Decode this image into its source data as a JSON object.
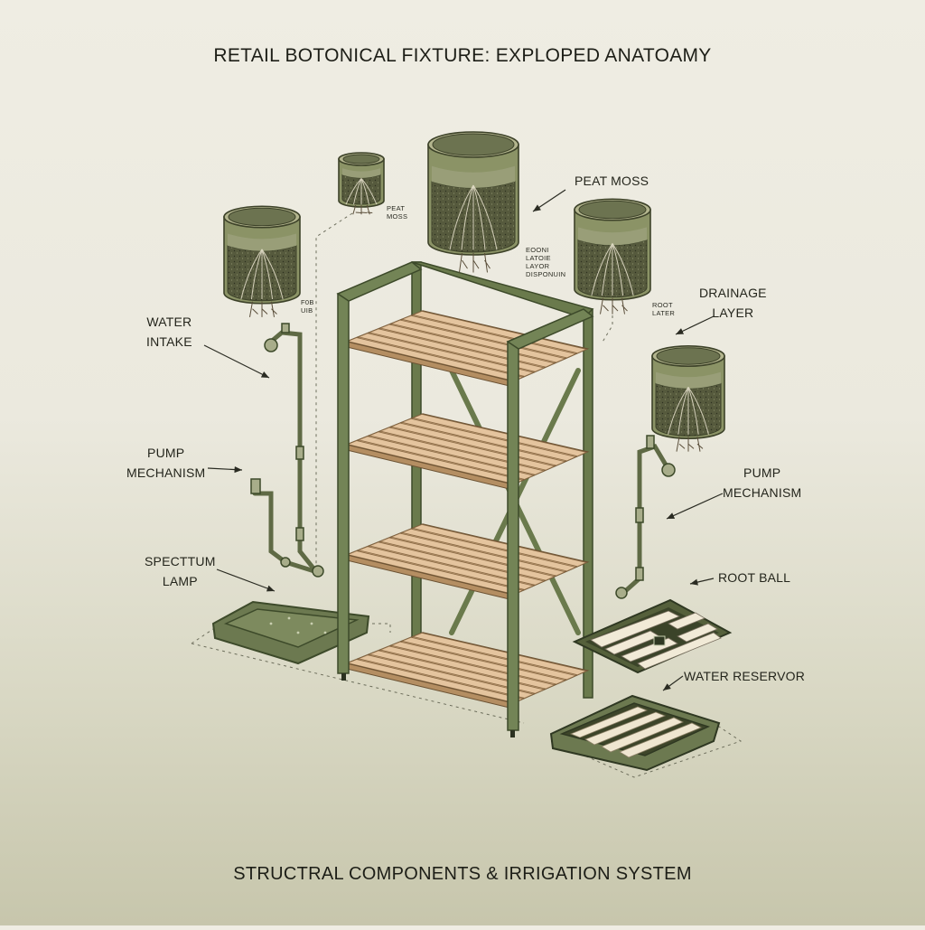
{
  "header": {
    "title": "RETAIL BOTONICAL FIXTURE: EXPLOPED ANATOAMY"
  },
  "footer": {
    "title": "STRUCTRAL COMPONENTS & IRRIGATION SYSTEM"
  },
  "callouts": {
    "water_intake": "WATER\nINTAKE",
    "pump_mechanism_left": "PUMP\nMECHANISM",
    "spectrum_lamp": "SPECTTUM\nLAMP",
    "peat_moss": "PEAT MOSS",
    "drainage_layer": "DRAINAGE\nLAYER",
    "pump_mechanism_right": "PUMP\nMECHANISM",
    "root_ball": "ROOT BALL",
    "water_reservoir": "WATER RESERVOR"
  },
  "tiny_labels": {
    "small_pot": "PEAT\nMOSS",
    "left_pot": "F0B\nUIB",
    "center_pot": "EOONI\nLATOIE\nLAYOR\nDISPONUIN",
    "right_pot": "ROOT\nLATER"
  },
  "colors": {
    "frame": "#6a7a4c",
    "frame_dark": "#3d4a2a",
    "wood": "#e2c19b",
    "wood_edge": "#8a6a45",
    "pot": "#8b9366",
    "soil": "#4a4e34",
    "tray": "#6c7950",
    "panel": "#f1ead7"
  }
}
